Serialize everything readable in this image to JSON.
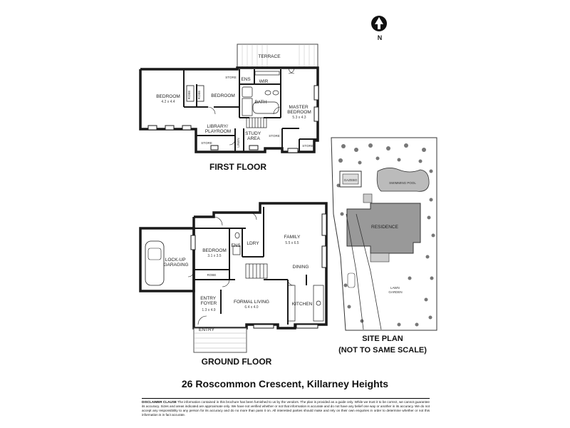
{
  "north_label": "N",
  "first_floor": {
    "title": "FIRST FLOOR",
    "rooms": {
      "terrace": "TERRACE",
      "bedroom1": "BEDROOM",
      "bedroom1_dim": "4.2 x 4.4",
      "robe1": "ROBE",
      "robe2": "ROBE",
      "store1": "STORE",
      "bedroom2": "BEDROOM",
      "ens": "ENS",
      "wir": "WIR",
      "bath": "BATH",
      "master_bedroom": "MASTER\nBEDROOM",
      "master_dim": "5.3 x 4.3",
      "library": "LIBRARY/\nPLAYROOM",
      "study": "STUDY\nAREA",
      "store2": "STORE",
      "store3": "STORE",
      "store4": "STORE",
      "linen": "LINEN"
    }
  },
  "ground_floor": {
    "title": "GROUND FLOOR",
    "rooms": {
      "garage": "LOCK-UP\nGARAGING",
      "bedroom": "BEDROOM",
      "bedroom_dim": "3.1 x 3.5",
      "robe": "ROBE",
      "ens": "ENS",
      "ldry": "LDRY",
      "family": "FAMILY",
      "family_dim": "5.5 x 6.5",
      "dining": "DINING",
      "entry_foyer": "ENTRY\nFOYER",
      "entry_foyer_dim": "1.3 x 4.9",
      "formal_living": "FORMAL LIVING",
      "formal_living_dim": "6.4 x 4.0",
      "kitchen": "KITCHEN",
      "entry": "ENTRY"
    }
  },
  "site_plan": {
    "title_line1": "SITE PLAN",
    "title_line2": "(NOT TO SAME SCALE)",
    "gazebo": "GAZEBO",
    "pool": "SWIMMING POOL",
    "residence": "RESIDENCE",
    "lawn": "LAWN\nGARDEN"
  },
  "address": "26 Roscommon Crescent, Killarney Heights",
  "disclaimer": {
    "lead": "DISCLAIMER CLAUSE",
    "text": "The information contained in this brochure has been furnished to us by the vendors. The plan is provided as a guide only. While we trust it to be correct, we cannot guarantee its accuracy. Sizes and areas indicated are approximate only. We have not verified whether or not that information is accurate and do not have any belief one way or another in its accuracy. We do not accept any responsibility to any person for its accuracy and do no more than pass it on. All interested parties should make and rely on their own enquiries in order to determine whether or not this information is in fact accurate."
  }
}
